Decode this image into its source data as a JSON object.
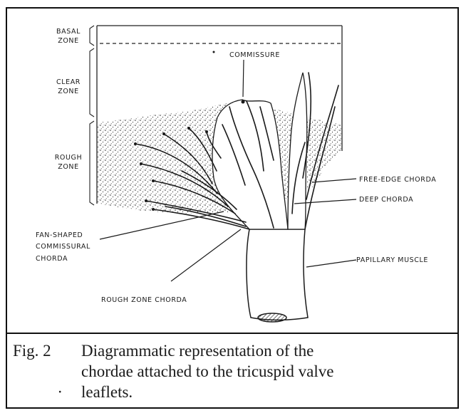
{
  "labels": {
    "basal": [
      "BASAL",
      "ZONE"
    ],
    "clear": [
      "CLEAR",
      "ZONE"
    ],
    "rough": [
      "ROUGH",
      "ZONE"
    ],
    "commissure": "COMMISSURE",
    "free_edge_chorda": "FREE-EDGE CHORDA",
    "deep_chorda": "DEEP CHORDA",
    "papillary_muscle": "PAPILLARY MUSCLE",
    "fan_shaped": [
      "FAN-SHAPED",
      "COMMISSURAL",
      "CHORDA"
    ],
    "rough_zone_chorda": "ROUGH ZONE CHORDA"
  },
  "caption": {
    "figure_number": "Fig. 2",
    "line1": "Diagrammatic representation of the",
    "line2": "chordae attached to the tricuspid valve",
    "bullet": "·",
    "line3": "leaflets."
  }
}
